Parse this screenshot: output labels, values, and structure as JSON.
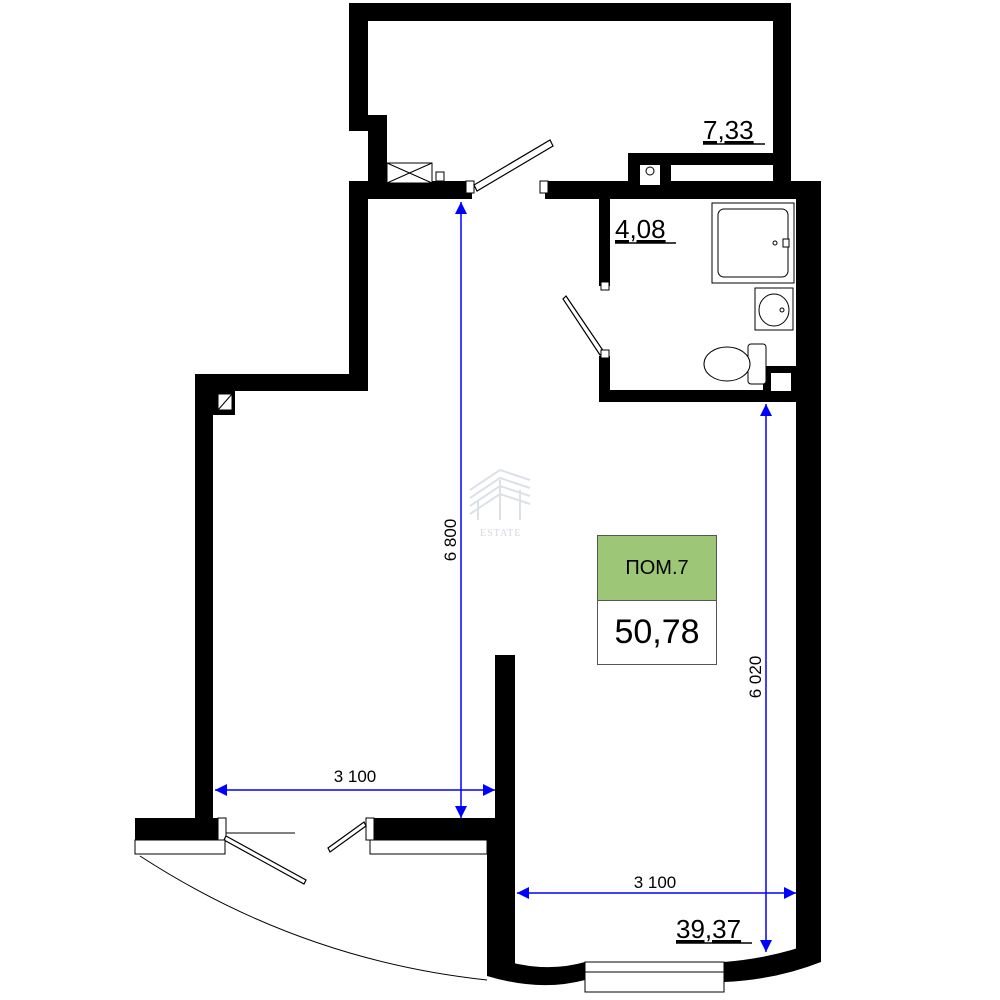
{
  "rooms": {
    "storage_area": "7,33",
    "bathroom_area": "4,08",
    "main_area": "39,37"
  },
  "room_badge": {
    "label": "ПОМ.7",
    "area": "50,78",
    "color": "#9dc776"
  },
  "dimensions": {
    "vertical_left": "6 800",
    "vertical_right": "6 020",
    "horizontal_upper": "3 100",
    "horizontal_lower": "3 100",
    "color": "#0000ff"
  },
  "watermark": {
    "text": "ESTATE"
  }
}
